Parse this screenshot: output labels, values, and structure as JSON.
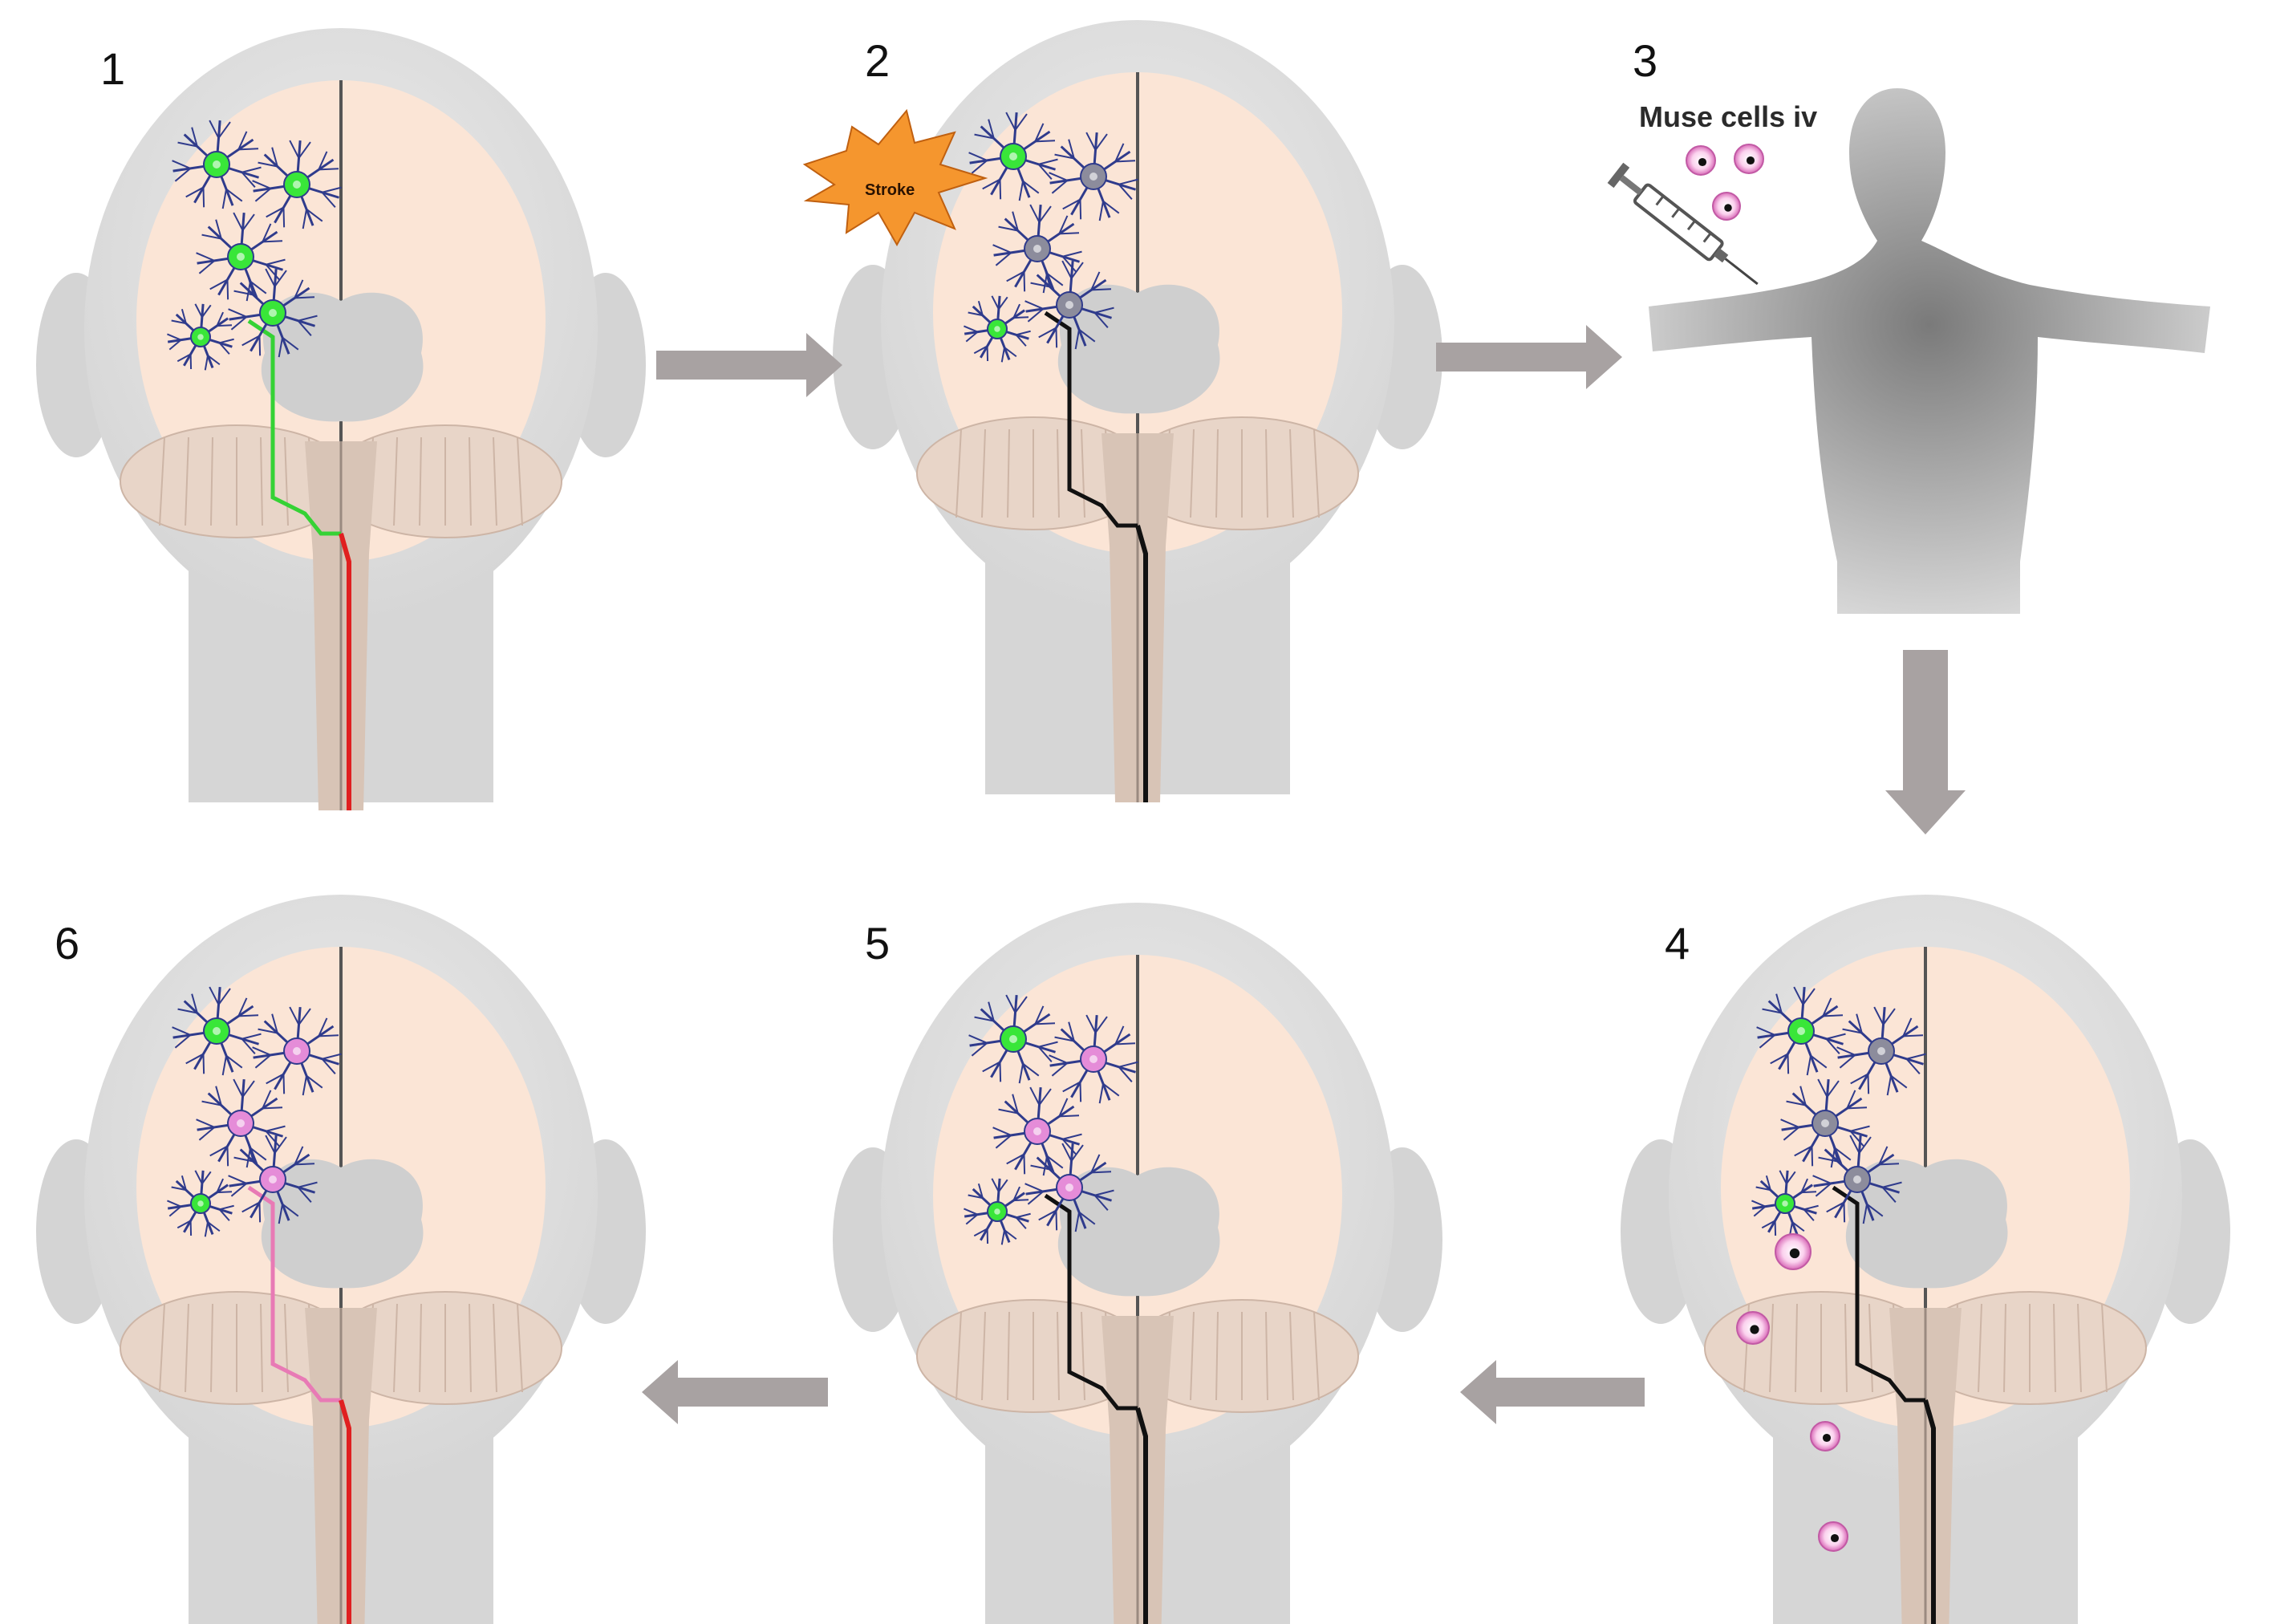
{
  "panels": [
    {
      "number": "1",
      "left_neurons": [
        "green",
        "green",
        "green",
        "green",
        "green"
      ],
      "tract": "healthy"
    },
    {
      "number": "2",
      "left_neurons": [
        "green",
        "gray",
        "gray",
        "green",
        "gray"
      ],
      "tract": "damaged"
    },
    {
      "number": "3"
    },
    {
      "number": "4",
      "left_neurons": [
        "green",
        "gray",
        "gray",
        "green",
        "gray"
      ],
      "tract": "damaged",
      "muse_cells_in_body": 4
    },
    {
      "number": "5",
      "left_neurons": [
        "green",
        "magenta",
        "magenta",
        "green",
        "magenta"
      ],
      "tract": "damaged"
    },
    {
      "number": "6",
      "left_neurons": [
        "green",
        "magenta",
        "magenta",
        "green",
        "magenta"
      ],
      "tract": "restored"
    }
  ],
  "labels": {
    "stroke": "Stroke",
    "muse_cells": "Muse cells iv"
  },
  "colors": {
    "head": "#d9d9d9",
    "brain": "#fbe5d6",
    "cerebellum": "#e8d5c8",
    "brainstem": "#d8c4b6",
    "neuron_green": "#39e639",
    "neuron_gray": "#8c8c9c",
    "neuron_magenta": "#e58cd8",
    "dendrite": "#2f3b8c",
    "tract_green": "#35d235",
    "tract_black": "#111111",
    "tract_red": "#e02020",
    "tract_pink": "#e87ab5",
    "arrow": "#a8a2a2",
    "stroke_burst": "#f5962e",
    "muse_cell": "#f3b3dd"
  }
}
